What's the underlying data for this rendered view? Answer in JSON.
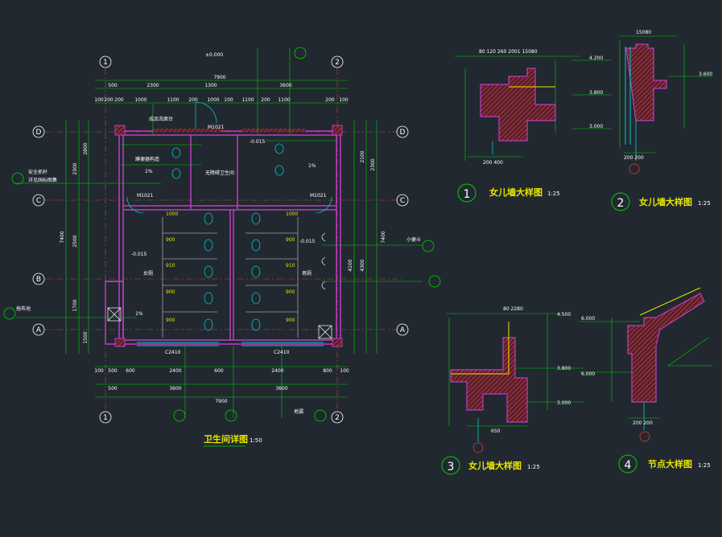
{
  "colors": {
    "background": "#212830",
    "dim": "#00d000",
    "wall": "#c03cc0",
    "hatch": "#d05050",
    "text": "#ffffff",
    "yellow": "#e6e600",
    "cyan": "#00c8c8",
    "axis": "#d04040"
  },
  "plan": {
    "title": "卫生间详图",
    "scale": "1:50",
    "axes": {
      "a1": "1",
      "a2": "2",
      "aA": "A",
      "aB": "B",
      "aC": "C",
      "aD": "D"
    },
    "elevations": {
      "top": "±0.000",
      "e015a": "-0.015",
      "e015b": "-0.015",
      "e015c": "-0.015"
    },
    "dims_top_total": "7900",
    "dims_top_row1": [
      "500",
      "2300",
      "1300",
      "3600"
    ],
    "dims_top_row2": [
      "100",
      "200",
      "200",
      "1000",
      "1100",
      "200",
      "1000",
      "100",
      "1100",
      "200",
      "1100",
      "200",
      "100"
    ],
    "dims_bottom_row1": [
      "100",
      "500",
      "600",
      "2400",
      "600",
      "2400",
      "800",
      "100"
    ],
    "dims_bottom_row2": [
      "500",
      "3600",
      "3600"
    ],
    "dims_bottom_total": "7900",
    "dims_left": [
      "2800",
      "2300",
      "2500",
      "1700",
      "1500",
      "7400"
    ],
    "dims_right": [
      "2100",
      "2300",
      "4100",
      "4300",
      "7400"
    ],
    "doors": {
      "d1": "M1021",
      "d2": "M1021",
      "d3": "M1021"
    },
    "windows": {
      "w1": "C2410",
      "w2": "C2410"
    },
    "slope": "1%",
    "notes": {
      "n1": "成品洗面台",
      "n2": "蹲便器构造",
      "n3": "无障碍卫生间",
      "n4": "小便斗",
      "n5": "男厕",
      "n6": "女厕",
      "n7": "安全抓杆",
      "n8": "详见国标图集",
      "n9": "拖布池",
      "n10": "地漏"
    }
  },
  "details": [
    {
      "num": "1",
      "title": "女儿墙大样图",
      "scale": "1:25",
      "elev": [
        "4.200",
        "3.800",
        "3.000"
      ],
      "dims_top": "80 120 260 2001 15080",
      "dims_bottom": "200 400"
    },
    {
      "num": "2",
      "title": "女儿墙大样图",
      "scale": "1:25",
      "elev": [
        "3.600"
      ],
      "dims_top": "15080",
      "dims_bottom": "200 200"
    },
    {
      "num": "3",
      "title": "女儿墙大样图",
      "scale": "1:25",
      "elev": [
        "4.500",
        "3.800",
        "3.000"
      ],
      "dims_top": "80 2280",
      "dims_bottom": "650"
    },
    {
      "num": "4",
      "title": "节点大样图",
      "scale": "1:25",
      "elev": [
        "6.000",
        "6.000"
      ],
      "dims_top": "",
      "dims_bottom": "200 200"
    }
  ]
}
